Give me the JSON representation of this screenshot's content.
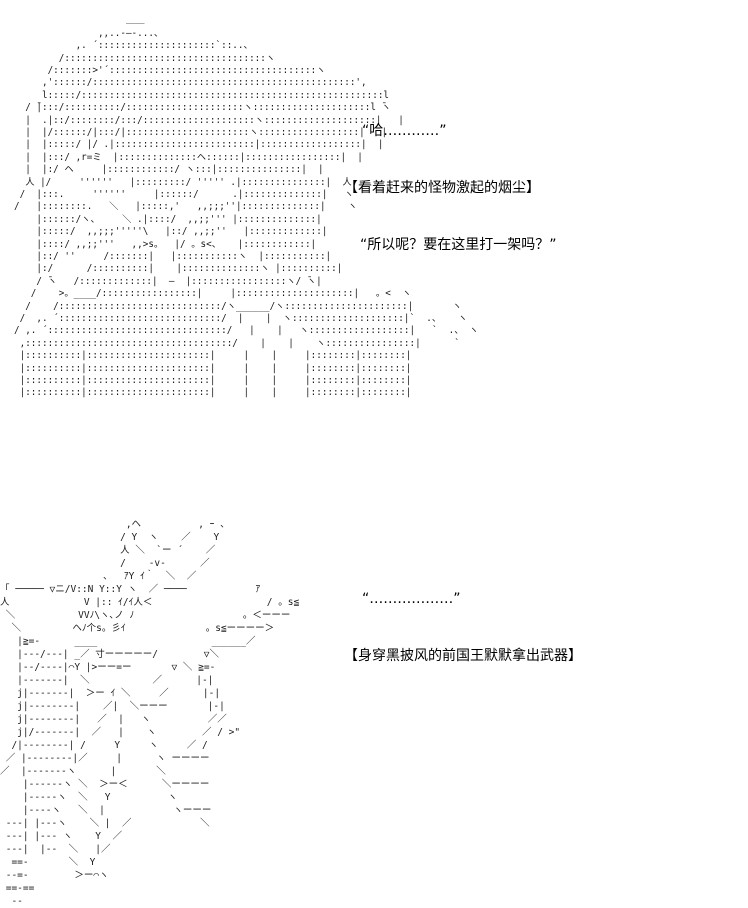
{
  "scene": {
    "kind": "ascii-art-visual-novel-scene",
    "background_color": "#ffffff",
    "text_color": "#000000",
    "panels": [
      {
        "id": "panel-top",
        "character": "girl-with-long-hair"
      },
      {
        "id": "panel-bottom",
        "character": "former-king-in-black-cloak"
      }
    ]
  },
  "panel_top": {
    "art": "                    ＿＿\n               ,,..-―-...、\n           ,. ´:::::::::::::::::::::`::..、\n        /::::::::::::::::::::::::::::::::::::ヽ\n      /:::::::>'´:::::::::::::::::::::::::::::::::::::ヽ\n     ,'::::::/:::::::::::::::::::::::::::::::::::::::::::::::',\n     l:::::/::::::::::::::::::::::::::::::::::::::::::::::::::::::l\n  / ̄|:::/::::::::::/:::::::::::::::::::::ヽ:::::::::::::::::::::l ̄ヽ\n  |  .|::/::::::::/:::/::::::::::::::::::::ヽ::::::::::::::::::::|   |\n  |  |/::::::/|:::/|::::::::::::::::::::::ヽ::::::::::::::::::|   |\n  |  |:::::/ |/ .|:::::::::::::::::::::::::|::::::::::::::::::|  |\n  |  |:::/ ,r=ミ  |::::::::::::::ヘ::::::|:::::::::::::::::|  |\n  |  |:/ ヘ     |::::::::::::/ ヽ:::|:::::::::::::::|  |\n  人 |/     ''''''   |:::::::::/ ''''' .|:::::::::::::::|  人\n /  |:::.     ''''''     |::::::/      .|::::::::::::::|   ヽ\n/   |::::::::.   ＼   |:::::,'   ,,;;;''|::::::::::::::|    ヽ\n    |::::::/ヽ、    ＼ .|::::/  ,,;;''' |::::::::::::::|\n    |:::::/  ,,;;;'''''\\   |::/ ,,;;''   |:::::::::::::|\n    |::::/ ,,;;'''   ,,>s。  |/ 。s<、   |::::::::::::|\n    |::/ ''     /:::::::|   |:::::::::::ヽ  |:::::::::::|\n    |:/      /::::::::::|    |::::::::::::::ヽ |::::::::::|\n    / ̄ヽ   /:::::::::::::|  ―  |:::::::::::::::::ヽ/ ̄ヽ|\n   /    >。____/:::::::::::::::::|     |:::::::::::::::::::::|   。<  ヽ\n  /    /:::::::::::::::::::::::::::::/ヽ______/ヽ::::::::::::::::::::::|       ヽ\n /  ,. ´:::::::::::::::::::::::::::::/  |    |  ヽ::::::::::::::::::::|`  .、   ヽ\n/ ,. ´::::::::::::::::::::::::::::::::/   |    |   ヽ::::::::::::::::::|   `  .、 ヽ\n ,:::::::::::::::::::::::::::::::::::::/    |    |    ヽ::::::::::::::::|      `\n |::::::::::|::::::::::::::::::::::|     |    |     |::::::::|::::::::|\n |::::::::::|::::::::::::::::::::::|     |    |     |::::::::|::::::::|\n |::::::::::|::::::::::::::::::::::|     |    |     |::::::::|::::::::|\n |::::::::::|::::::::::::::::::::::|     |    |     |::::::::|::::::::|"
  },
  "panel_bottom": {
    "art": "                      ,ヘ          , ｰ 、\n                     / Y  ヽ    ／    Y\n                     人 ＼  `ー ´    ／\n                     /    -v-      ／\n                  、  ｱY ｲ｀  ＼  ／\n「 ───── ▽ニ/V::N Y::Y ヽ  ／ ────            ｱ\n人             V |:: ｲ/ｲ人＜                    / 。s≦\n ＼           VVﾉ\\ヽ､ノ ﾉ                   。＜ーーー\n  ＼         ヘﾉ个s。彡ｲ              。s≦ーーーー＞\n   |≧=-      ____                    ______／\n   |---/---| _／ 寸ーーーーー/        ▽＼\n   |--/----|⌒Y |>ーー=ー       ▽ ＼ ≧=-\n   |-------|  ＼           ／      |-|\n   j|-------|  ＞ー ｲ ＼     ／      |-|\n   j|--------|    ／|  ＼ーーー       |-|\n   j|--------|   ／  |   ヽ          ／／\n   j|/-------|  ／   |    ヽ        ／ / >\"\n  /|--------| /     Y     ヽ     ／ /\n ／ |--------|／     |      ヽ ーーーー\n／  |-------ヽ      |       ＼\n    |------ヽ ＼  ＞ー＜      ＼ーーーー\n    |-----ヽ  ＼   Y          ヽ\n    |----ヽ   ＼  |            ヽーーー\n ---| |---ヽ    ＼ |  ／            ＼\n ---| |--- ヽ    Y  ／\n ---|  |--  ＼   |／\n  ==-       ＼  Y\n --=-        ＞ー⌒ヽ\n ==-==\n  --"
  },
  "dialogue_top": {
    "lines": [
      {
        "id": "line-1",
        "text": "“哈…………”",
        "indent": "indent1"
      },
      {
        "id": "line-2",
        "text": "【看着赶来的怪物激起的烟尘】",
        "indent": "indent3"
      },
      {
        "id": "line-3",
        "text": "“所以呢？要在这里打一架吗？”",
        "indent": "indent4"
      }
    ]
  },
  "dialogue_bottom": {
    "lines": [
      {
        "id": "line-1",
        "text": "“………………”",
        "indent": "indent1"
      },
      {
        "id": "line-2",
        "text": "【身穿黑披风的前国王默默拿出武器】",
        "indent": "indent3"
      }
    ]
  }
}
